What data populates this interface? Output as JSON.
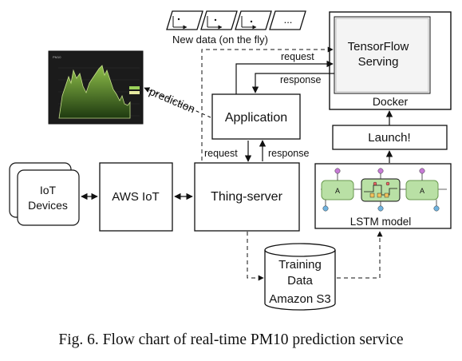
{
  "new_data": {
    "label": "New data (on the fly)",
    "more_icon": "..."
  },
  "tf_serving": {
    "line1": "TensorFlow",
    "line2": "Serving"
  },
  "docker": {
    "label": "Docker"
  },
  "launch": {
    "label": "Launch!"
  },
  "lstm": {
    "label": "LSTM model",
    "cell_label": "A"
  },
  "application": {
    "label": "Application"
  },
  "thing_server": {
    "label": "Thing-server"
  },
  "aws_iot": {
    "label": "AWS IoT"
  },
  "iot_devices": {
    "line1": "IoT",
    "line2": "Devices"
  },
  "training_data": {
    "line1": "Training",
    "line2": "Data",
    "line3": "Amazon S3"
  },
  "edges": {
    "request_top": "request",
    "response_top": "response",
    "request_mid": "request",
    "response_mid": "response",
    "prediction": "prediction"
  },
  "chart_thumb": {
    "title": "PM10"
  },
  "caption": "Fig. 6. Flow chart of real-time PM10 prediction service"
}
